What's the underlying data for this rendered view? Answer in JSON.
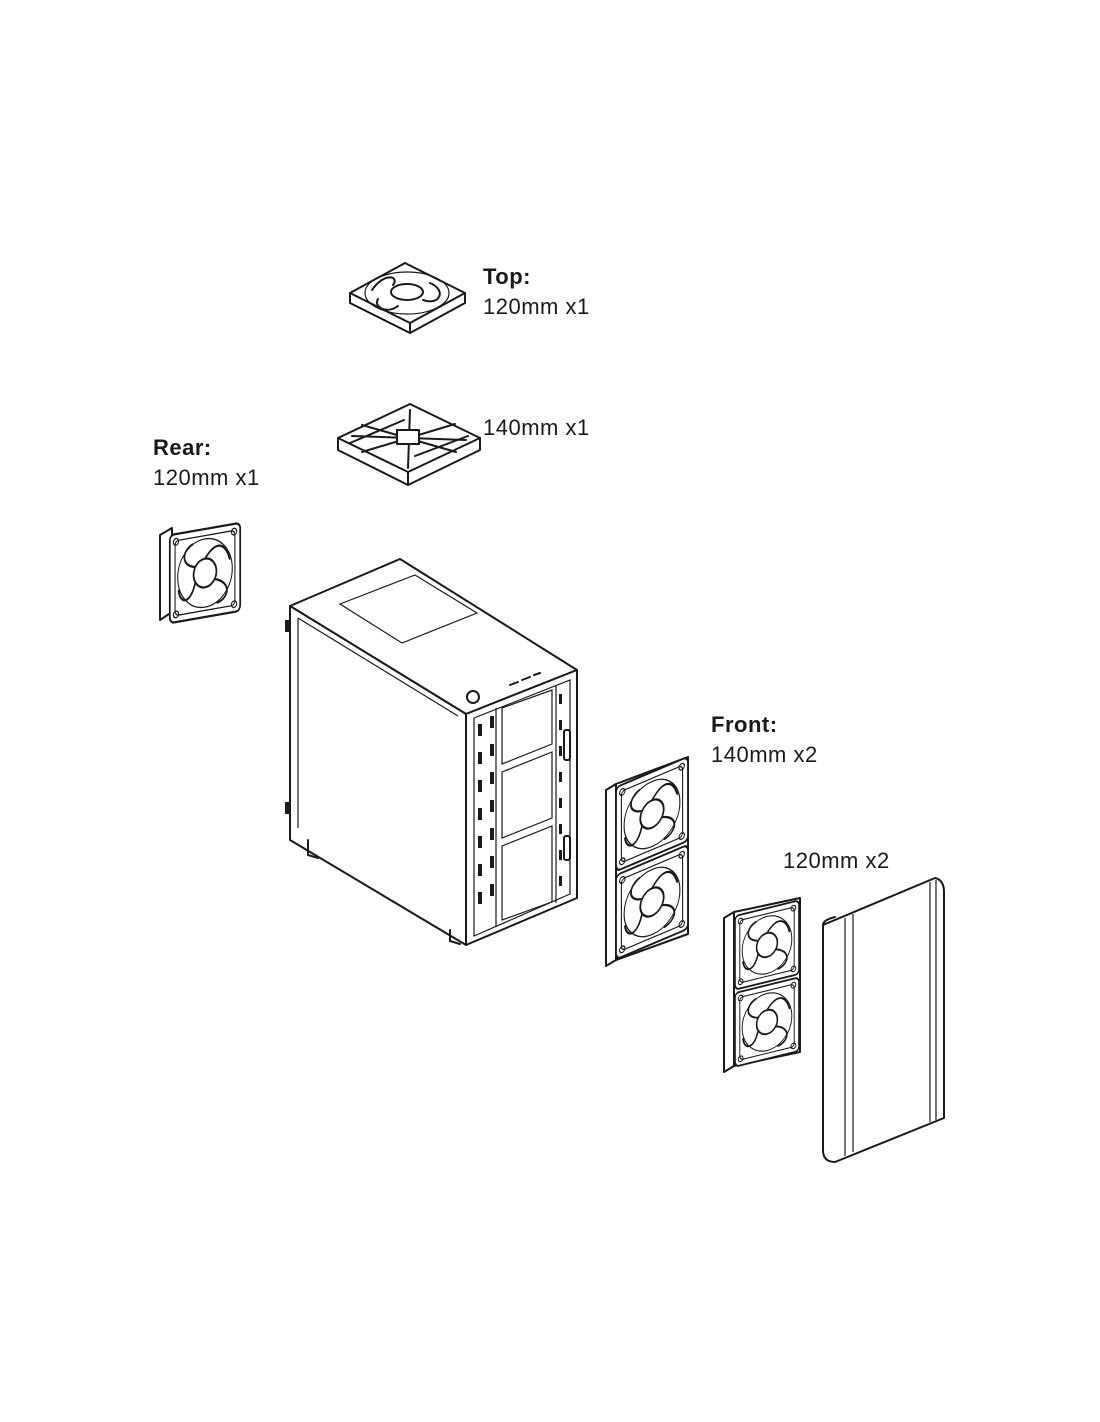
{
  "labels": {
    "top": {
      "heading": "Top:",
      "lines": [
        "120mm x1",
        "140mm x1"
      ]
    },
    "rear": {
      "heading": "Rear:",
      "value": "120mm x1"
    },
    "front": {
      "heading": "Front:",
      "lines": [
        "140mm x2",
        "120mm x2"
      ]
    }
  },
  "icons": [
    "fan-icon",
    "pc-case",
    "front-panel"
  ],
  "colors": {
    "line": "#1a1a1a",
    "background": "#ffffff"
  }
}
